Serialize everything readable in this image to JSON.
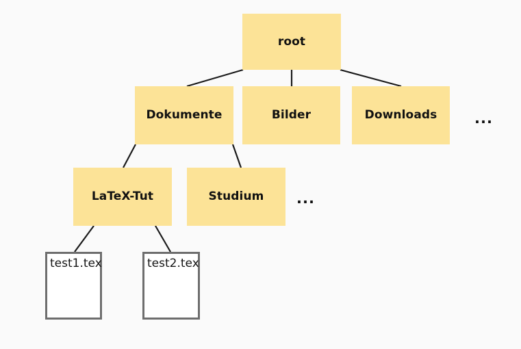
{
  "diagram": {
    "title": "root",
    "type": "file-tree",
    "background_color": "#fafafa",
    "folder_fill_color": "#fce397",
    "file_fill_color": "#ffffff",
    "file_border_color": "#6e6e6e",
    "edge_color": "#1a1a1a",
    "nodes": {
      "root": {
        "label": "root",
        "kind": "folder",
        "level": 0
      },
      "dokumente": {
        "label": "Dokumente",
        "kind": "folder",
        "level": 1
      },
      "bilder": {
        "label": "Bilder",
        "kind": "folder",
        "level": 1
      },
      "downloads": {
        "label": "Downloads",
        "kind": "folder",
        "level": 1
      },
      "latex_tut": {
        "label": "LaTeX-Tut",
        "kind": "folder",
        "level": 2
      },
      "studium": {
        "label": "Studium",
        "kind": "folder",
        "level": 2
      },
      "test1": {
        "label": "test1.tex",
        "kind": "file",
        "level": 3
      },
      "test2": {
        "label": "test2.tex",
        "kind": "file",
        "level": 3
      }
    },
    "ellipses": {
      "level1_more": "...",
      "level2_more": "..."
    }
  }
}
